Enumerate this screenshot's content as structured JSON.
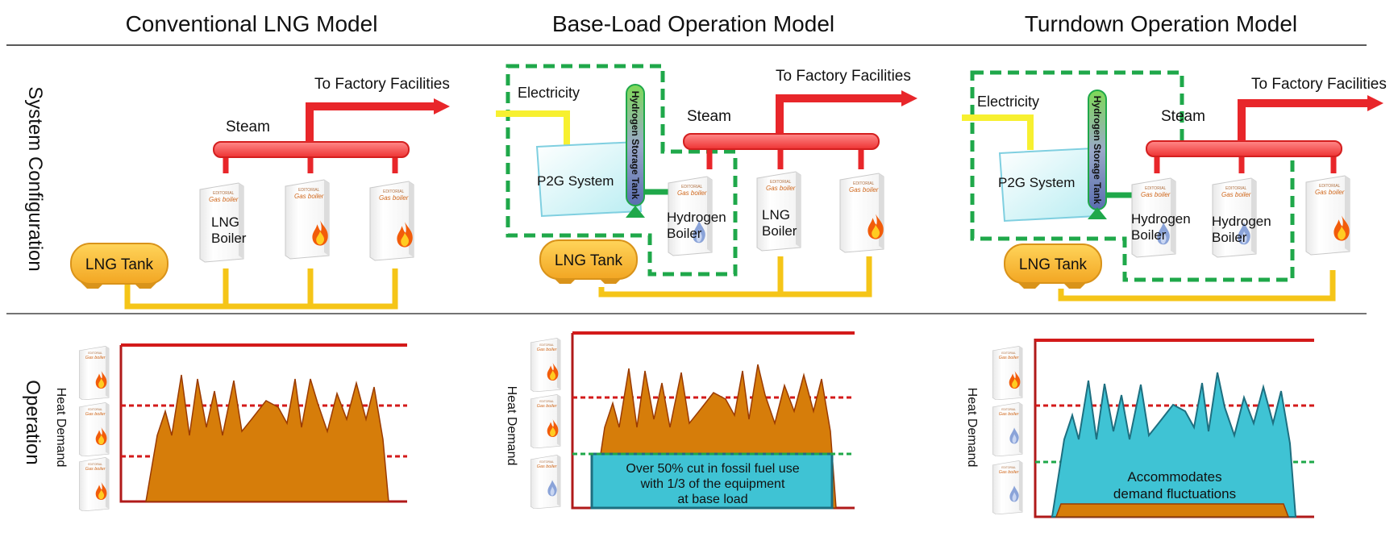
{
  "columns": [
    {
      "title": "Conventional LNG Model"
    },
    {
      "title": "Base-Load Operation Model"
    },
    {
      "title": "Turndown Operation Model"
    }
  ],
  "rows": {
    "system": "System Configuration",
    "operation": "Operation"
  },
  "labels": {
    "to_factory": "To Factory Facilities",
    "steam": "Steam",
    "electricity": "Electricity",
    "lng_tank": "LNG Tank",
    "p2g": "P2G System",
    "h2_tank": "Hydrogen Storage Tank",
    "lng_boiler": [
      "LNG",
      "Boiler"
    ],
    "h2_boiler": [
      "Hydrogen",
      "Boiler"
    ],
    "heat_demand": "Heat Demand",
    "boiler_brand": "Gas boiler",
    "col2_note": [
      "Over 50% cut in fossil fuel use",
      "with 1/3 of the equipment",
      "at base load"
    ],
    "col3_note": [
      "Accommodates",
      "demand fluctuations"
    ]
  },
  "colors": {
    "steam": "#f23c3c",
    "fuel": "#f5c518",
    "electricity": "#f7f030",
    "hydrogen_loop": "#1fa84a",
    "demand_fill": "#d67d0a",
    "baseload_fill": "#3fc3d4",
    "threshold_red": "#d31a1a",
    "threshold_green": "#1fa84a"
  }
}
